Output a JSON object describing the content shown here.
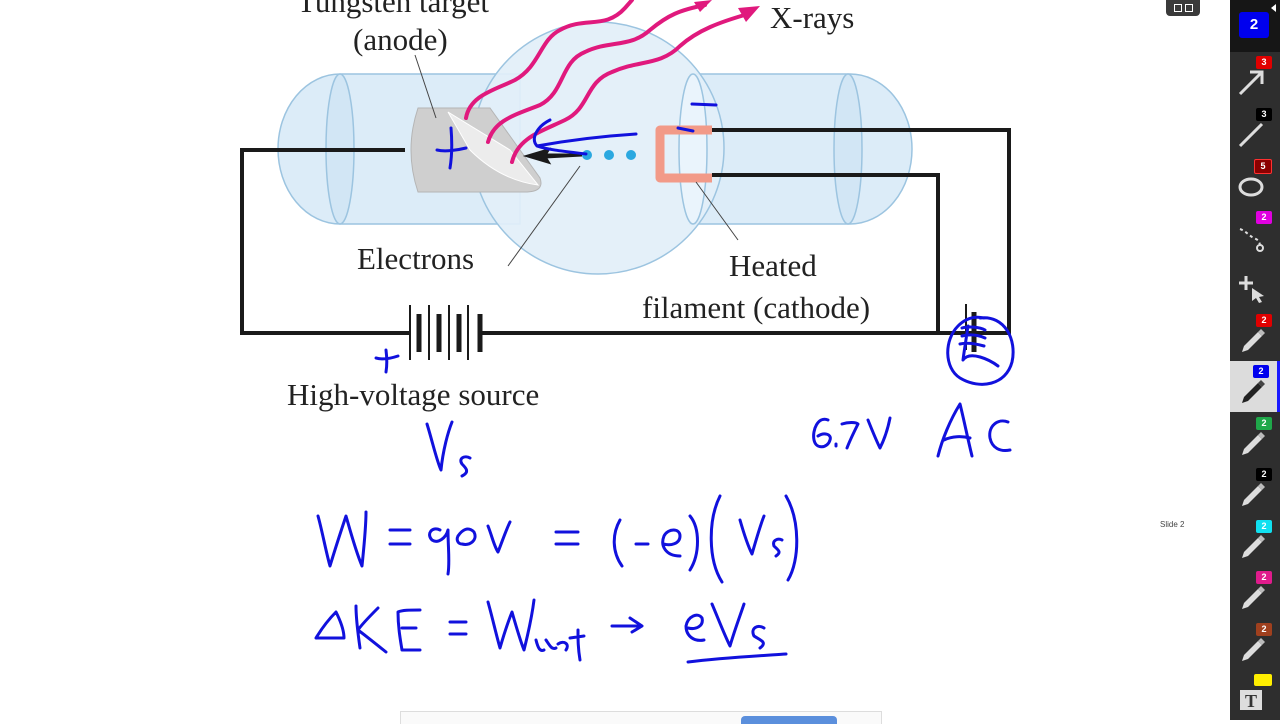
{
  "diagram": {
    "labels": {
      "target_line1": "Tungsten target",
      "target_line2": "(anode)",
      "xrays": "X-rays",
      "electrons": "Electrons",
      "heated": "Heated",
      "filament": "filament (cathode)",
      "source": "High-voltage source"
    },
    "colors": {
      "xray": "#e0197d",
      "ink": "#1111dd",
      "tube": "#dcecf8",
      "tube_edge": "#9cc4e0",
      "filament": "#f29a88",
      "electron": "#2aa8e0",
      "wire": "#1a1a1a"
    }
  },
  "annotations": {
    "anode_sign": "+",
    "cathode_sign": "−",
    "battery_sign": "+",
    "vs": "Vs",
    "ac_voltage": "6.7V",
    "ac": "AC",
    "eq1": "W = qΔV = (−e)(Vs)",
    "eq2": "ΔKE = Wnet → e Vs"
  },
  "slide": {
    "label": "Slide 2"
  },
  "toolbar": {
    "page_badge": "2",
    "tools": [
      {
        "name": "arrow",
        "badge": "3",
        "color": "#e00000",
        "active": false
      },
      {
        "name": "line",
        "badge": "3",
        "color": "#000000",
        "active": false
      },
      {
        "name": "ellipse",
        "badge": "5",
        "color": "#8b0000",
        "active": false
      },
      {
        "name": "path",
        "badge": "2",
        "color": "#e000e0",
        "active": false
      },
      {
        "name": "move",
        "badge": "",
        "color": "",
        "active": false
      },
      {
        "name": "pen-red",
        "badge": "2",
        "color": "#e00000",
        "active": false
      },
      {
        "name": "pen-blue",
        "badge": "2",
        "color": "#0000ee",
        "active": true
      },
      {
        "name": "pen-green",
        "badge": "2",
        "color": "#1fa84a",
        "active": false
      },
      {
        "name": "pen-black",
        "badge": "2",
        "color": "#000000",
        "active": false
      },
      {
        "name": "pen-cyan",
        "badge": "2",
        "color": "#10e0f0",
        "active": false
      },
      {
        "name": "pen-magenta",
        "badge": "2",
        "color": "#e01b8c",
        "active": false
      },
      {
        "name": "pen-brown",
        "badge": "2",
        "color": "#a0401e",
        "active": false
      },
      {
        "name": "text",
        "badge": "",
        "color": "#ffee00",
        "active": false
      }
    ]
  }
}
